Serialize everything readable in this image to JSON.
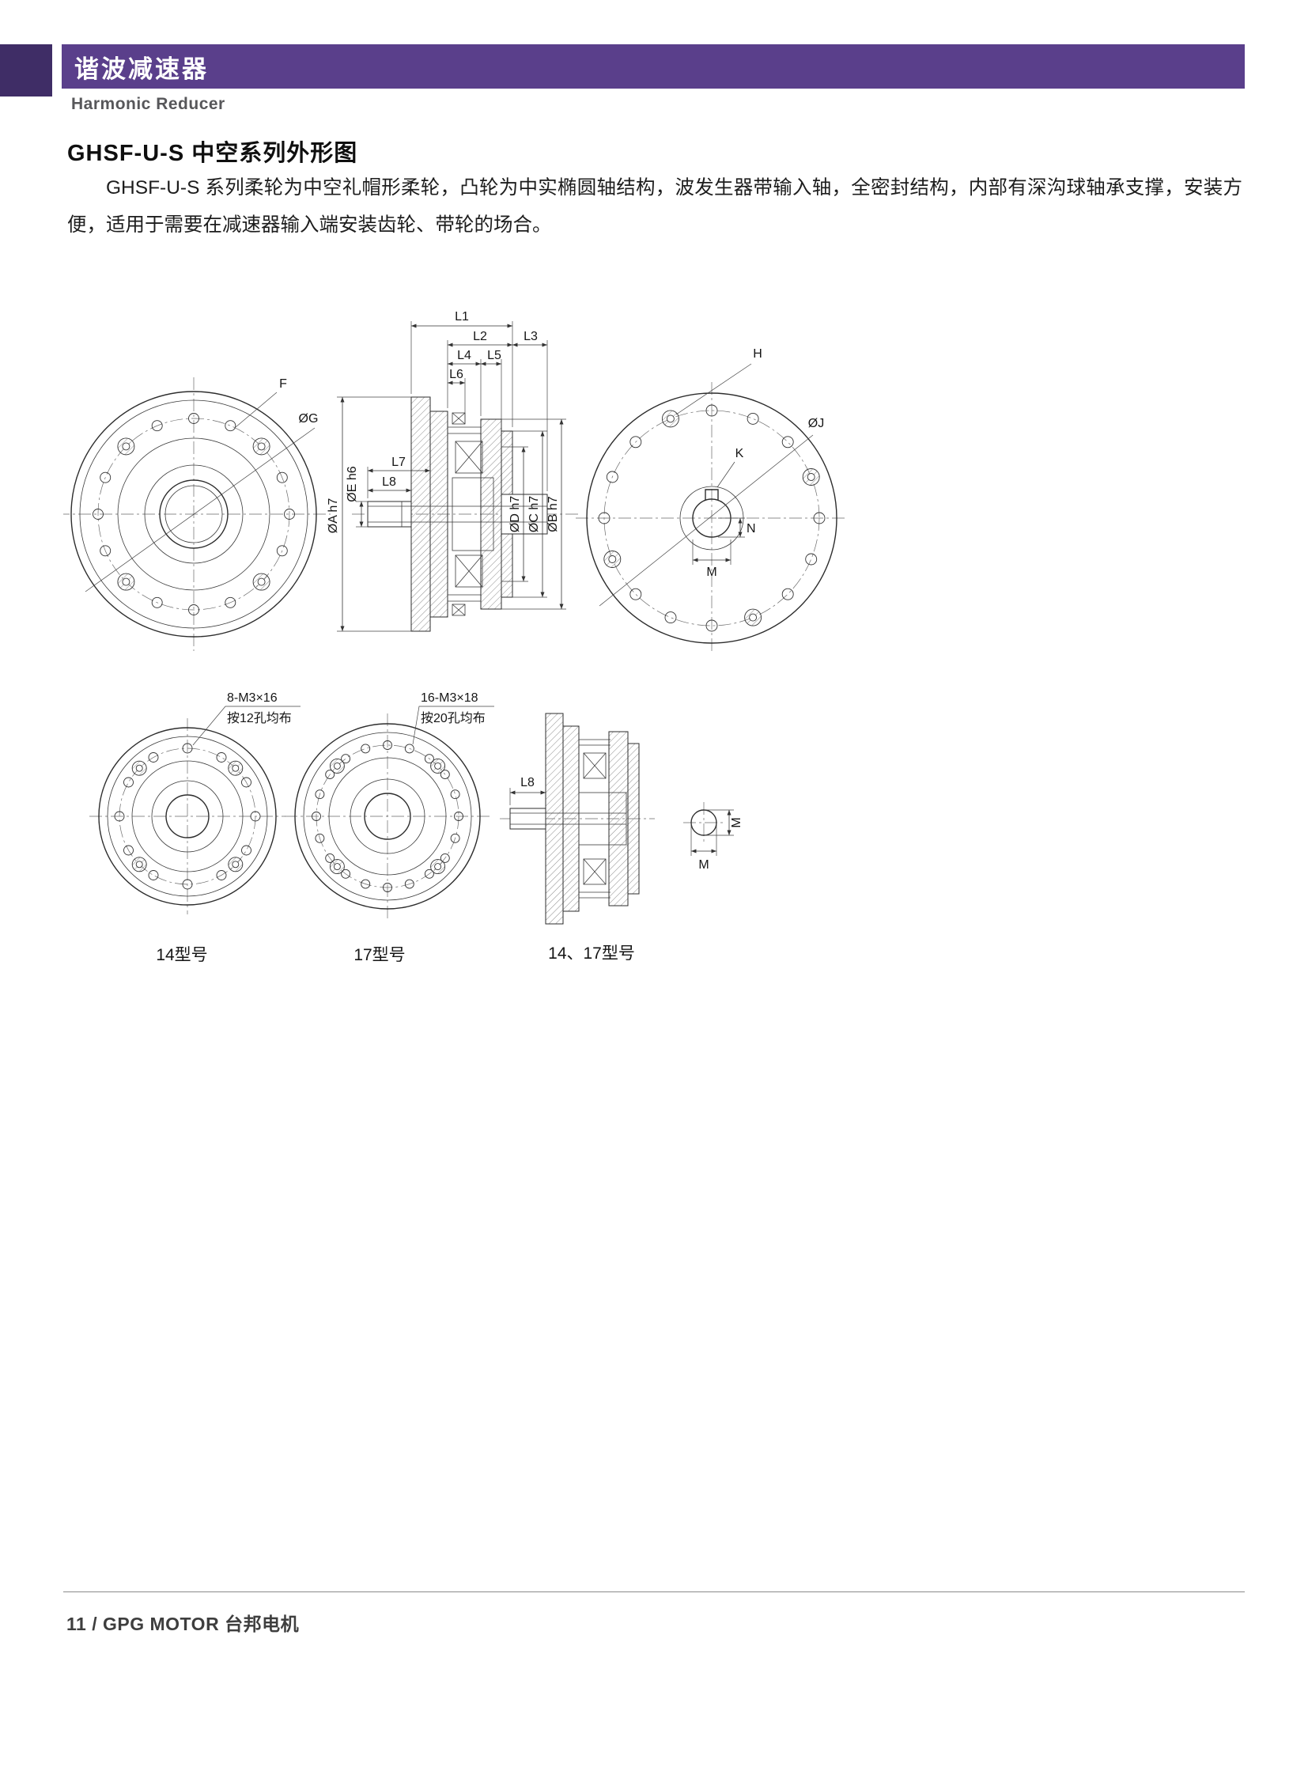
{
  "header": {
    "title_cn": "谐波减速器",
    "title_en": "Harmonic Reducer"
  },
  "content": {
    "section_title": "GHSF-U-S 中空系列外形图",
    "paragraph": "GHSF-U-S 系列柔轮为中空礼帽形柔轮，凸轮为中实椭圆轴结构，波发生器带输入轴，全密封结构，内部有深沟球轴承支撑，安装方便，适用于需要在减速器输入端安装齿轮、带轮的场合。"
  },
  "labels": {
    "front_left": {
      "f": "F",
      "g": "ØG"
    },
    "section_mid": {
      "l1": "L1",
      "l2": "L2",
      "l3": "L3",
      "l4": "L4",
      "l5": "L5",
      "l6": "L6",
      "l7": "L7",
      "l8": "L8",
      "dia_a": "ØA h7",
      "dia_e": "ØE h6",
      "dia_d": "ØD h7",
      "dia_c": "ØC h7",
      "dia_b": "ØB h7"
    },
    "front_right": {
      "h": "H",
      "j": "ØJ",
      "k": "K",
      "n": "N",
      "m": "M"
    },
    "model14": {
      "note1": "8-M3×16",
      "note2": "按12孔均布",
      "caption": "14型号"
    },
    "model17": {
      "note1": "16-M3×18",
      "note2": "按20孔均布",
      "caption": "17型号"
    },
    "side_section": {
      "l8": "L8",
      "caption": "14、17型号"
    },
    "bore_detail": {
      "m_right": "M",
      "m_bottom": "M"
    }
  },
  "footer": {
    "text": "11 / GPG MOTOR 台邦电机"
  }
}
